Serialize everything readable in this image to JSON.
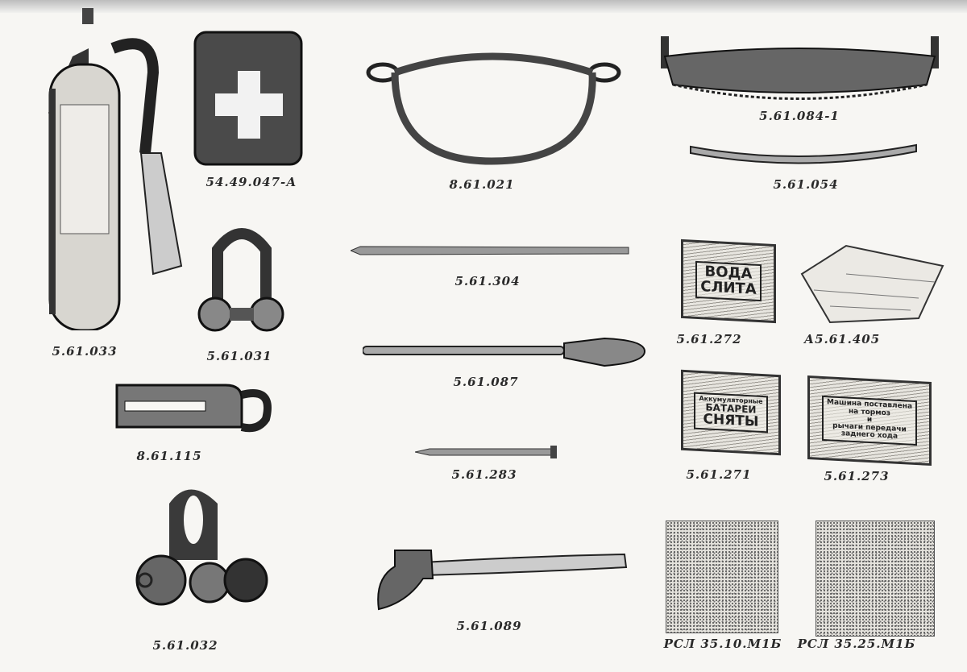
{
  "items": [
    {
      "id": "fire-extinguisher",
      "code": "5.61.033"
    },
    {
      "id": "first-aid-kit",
      "code": "54.49.047-А"
    },
    {
      "id": "tow-cable",
      "code": "8.61.021"
    },
    {
      "id": "two-man-saw",
      "code": "5.61.084-1"
    },
    {
      "id": "saw-blade-guard",
      "code": "5.61.054"
    },
    {
      "id": "shackle",
      "code": "5.61.031"
    },
    {
      "id": "rod",
      "code": "5.61.304"
    },
    {
      "id": "sign-water-drained",
      "code": "5.61.272",
      "text": [
        "ВОДА",
        "СЛИТА"
      ]
    },
    {
      "id": "cloth-cover",
      "code": "А5.61.405"
    },
    {
      "id": "hook",
      "code": "8.61.115"
    },
    {
      "id": "shovel",
      "code": "5.61.087"
    },
    {
      "id": "sign-batteries-removed",
      "code": "5.61.271",
      "text": [
        "Аккумуляторные",
        "БАТАРЕИ",
        "СНЯТЫ"
      ]
    },
    {
      "id": "sign-machine-braked",
      "code": "5.61.273",
      "text": [
        "Машина поставлена",
        "на тормоз",
        "и",
        "рычаги передачи",
        "заднего хода"
      ]
    },
    {
      "id": "pin",
      "code": "5.61.283"
    },
    {
      "id": "shackle-with-rollers",
      "code": "5.61.032"
    },
    {
      "id": "axe",
      "code": "5.61.089"
    },
    {
      "id": "felt-pad-1",
      "code": "РСЛ 35.10.М1Б"
    },
    {
      "id": "felt-pad-2",
      "code": "РСЛ 35.25.М1Б"
    }
  ]
}
